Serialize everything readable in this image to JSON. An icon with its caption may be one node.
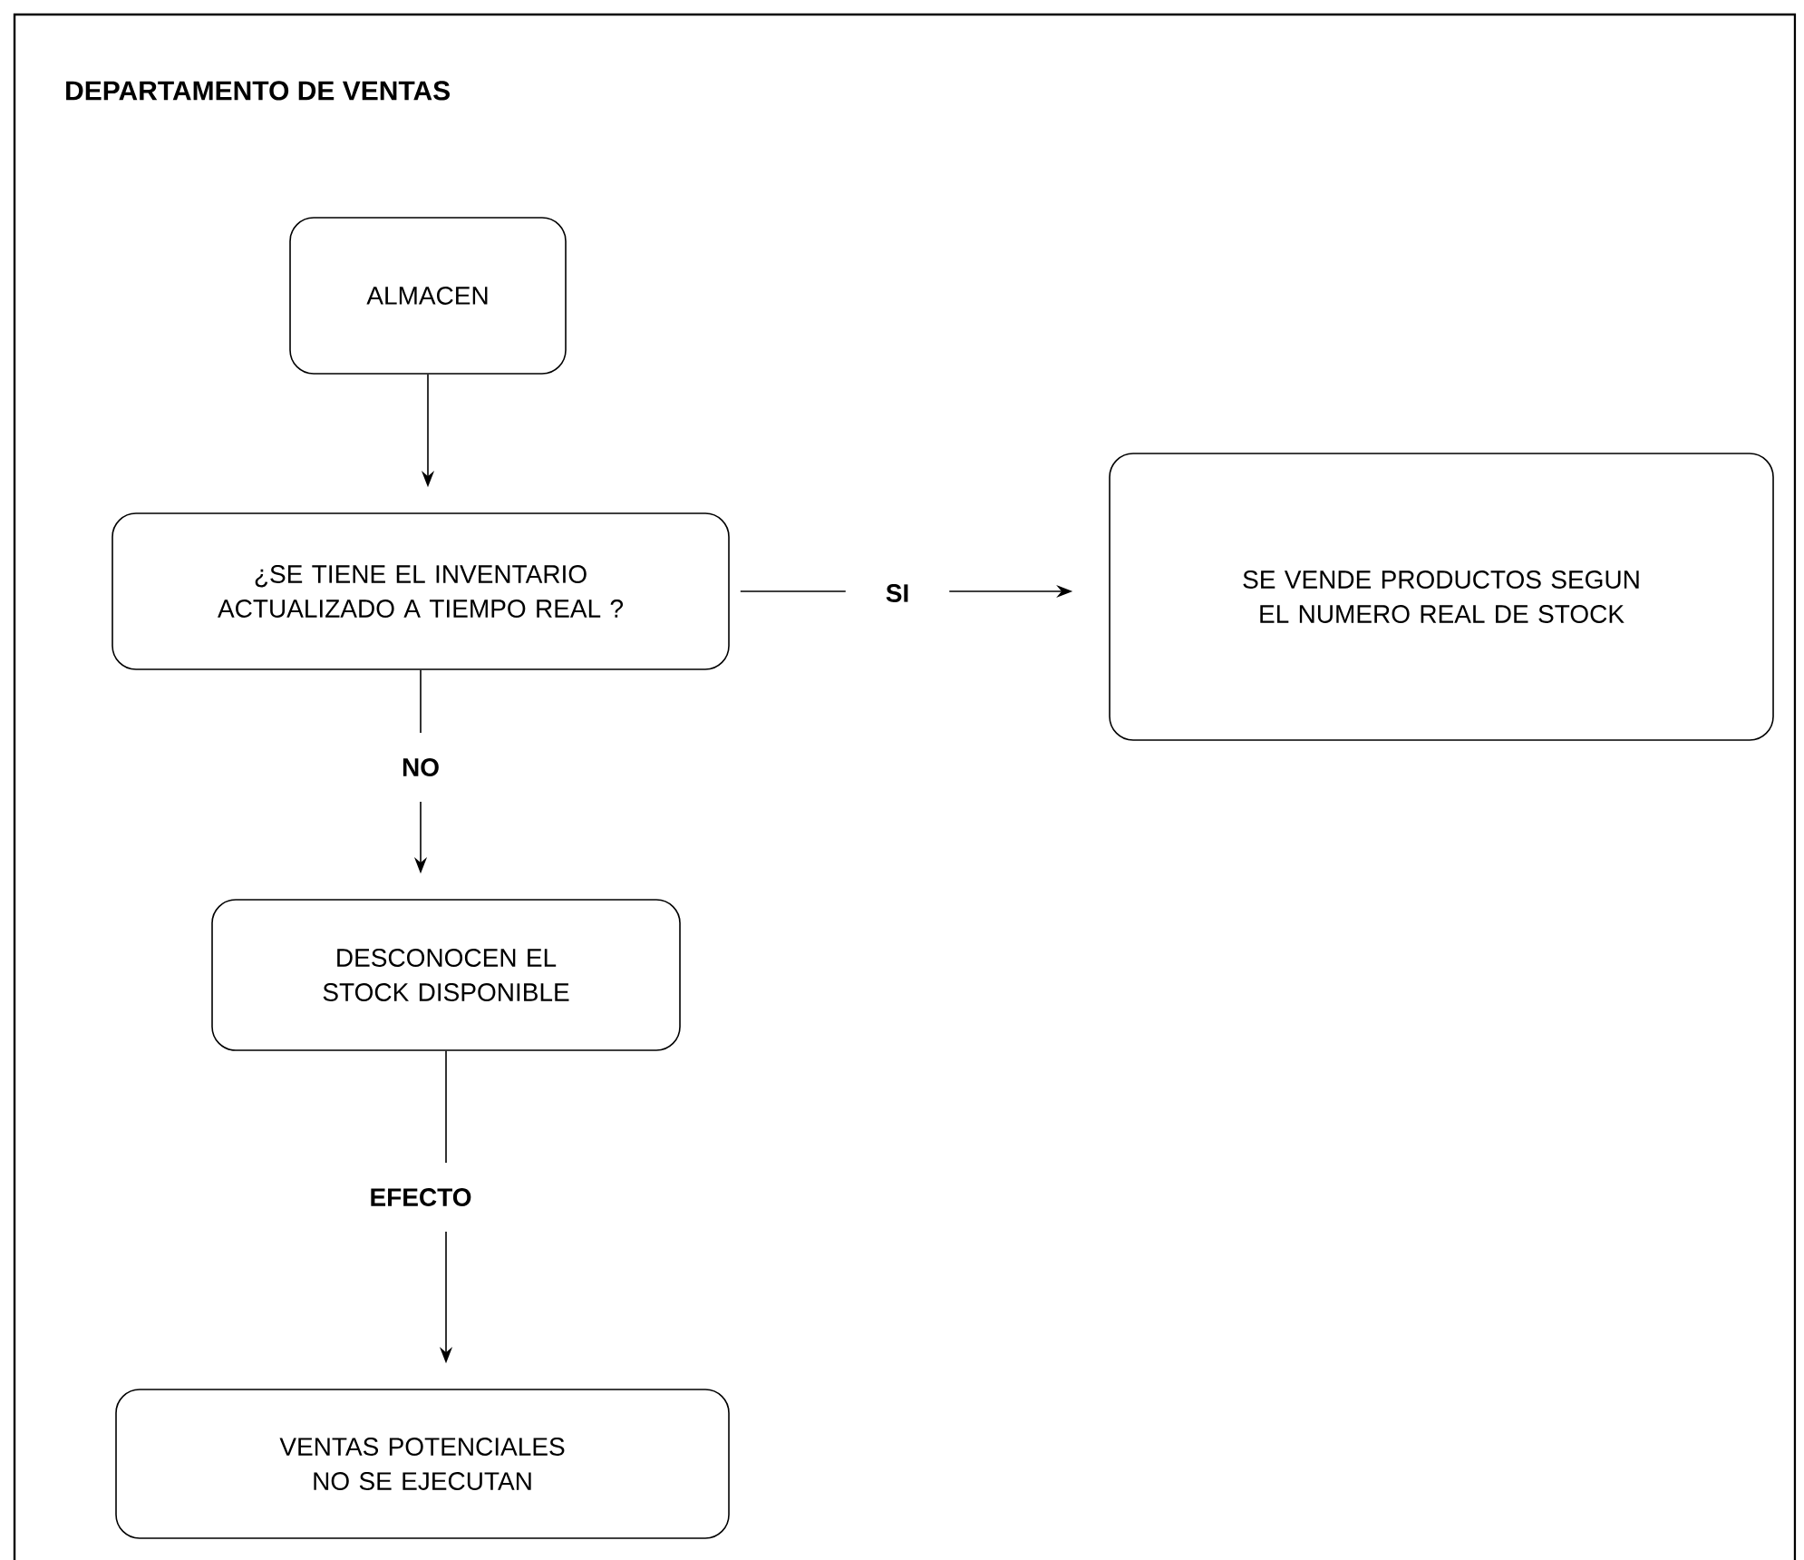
{
  "diagram": {
    "title": "DEPARTAMENTO DE VENTAS",
    "nodes": [
      {
        "text": [
          "ALMACEN"
        ]
      },
      {
        "text": [
          "¿SE TIENE EL INVENTARIO ACTUALIZADO A TIEMPO REAL ?"
        ]
      },
      {
        "text": [
          "SE VENDE PRODUCTOS SEGUN EL NUMERO REAL DE STOCK"
        ]
      },
      {
        "text": [
          "DESCONOCEN EL STOCK DISPONIBLE"
        ]
      },
      {
        "text": [
          "VENTAS POTENCIALES NO SE EJECUTAN"
        ]
      }
    ],
    "edges": [
      {
        "from": 0,
        "to": 1,
        "arrow": "to"
      },
      {
        "from": 1,
        "to": 2,
        "arrow": "to",
        "label": "SI"
      },
      {
        "from": 1,
        "to": 3,
        "arrow": "to",
        "label": "NO"
      },
      {
        "from": 3,
        "to": 4,
        "arrow": "to",
        "label": "EFECTO"
      }
    ]
  }
}
